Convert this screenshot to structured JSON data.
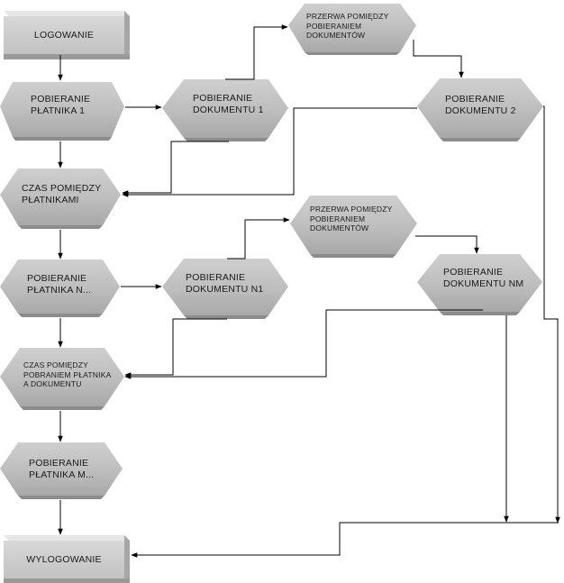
{
  "diagram": {
    "nodes": {
      "logowanie": "LOGOWANIE",
      "pobieranie_platnika_1": [
        "POBIERANIE",
        "PŁATNIKA  1"
      ],
      "pobieranie_dokumentu_1": [
        "POBIERANIE",
        "DOKUMENTU 1"
      ],
      "przerwa_1": [
        "PRZERWA POMIĘDZY",
        "POBIERANIEM",
        "DOKUMENTÓW"
      ],
      "pobieranie_dokumentu_2": [
        "POBIERANIE",
        "DOKUMENTU 2"
      ],
      "czas_miedzy_platnikami": [
        "CZAS POMIĘDZY",
        "PŁATNIKAMI"
      ],
      "przerwa_2": [
        "PRZERWA POMIĘDZY",
        "POBIERANIEM",
        "DOKUMENTÓW"
      ],
      "pobieranie_platnika_n": [
        "POBIERANIE",
        "PŁATNIKA N..."
      ],
      "pobieranie_dokumentu_n1": [
        "POBIERANIE",
        "DOKUMENTU N1"
      ],
      "pobieranie_dokumentu_nm": [
        "POBIERANIE",
        "DOKUMENTU NM"
      ],
      "czas_platnik_dokument": [
        "CZAS POMIĘDZY",
        "POBRANIEM PŁATNIKA",
        "A DOKUMENTU"
      ],
      "pobieranie_platnika_m": [
        "POBIERANIE",
        "PŁATNIKA M..."
      ],
      "wylogowanie": "WYLOGOWANIE"
    }
  }
}
